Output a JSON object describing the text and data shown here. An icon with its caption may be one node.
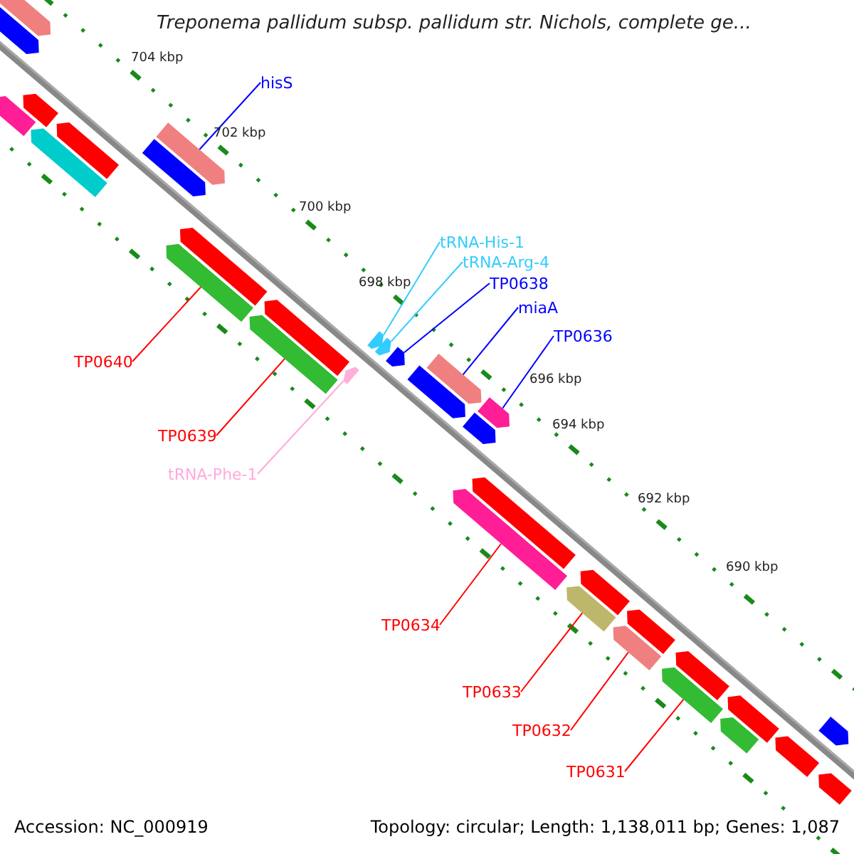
{
  "diagram": {
    "title": "Treponema pallidum subsp. pallidum str. Nichols, complete ge...",
    "nodes": [
      {
        "text": [
          "hisS"
        ]
      },
      {
        "text": [
          "tRNA-His-1"
        ]
      },
      {
        "text": [
          "tRNA-Arg-4"
        ]
      },
      {
        "text": [
          "TP0638"
        ]
      },
      {
        "text": [
          "miaA"
        ]
      },
      {
        "text": [
          "TP0636"
        ]
      },
      {
        "text": [
          "TP0640"
        ]
      },
      {
        "text": [
          "TP0639"
        ]
      },
      {
        "text": [
          "tRNA-Phe-1"
        ]
      },
      {
        "text": [
          "TP0634"
        ]
      },
      {
        "text": [
          "TP0633"
        ]
      },
      {
        "text": [
          "TP0632"
        ]
      },
      {
        "text": [
          "TP0631"
        ]
      },
      {
        "text": [],
        "shape": "bar"
      },
      {
        "text": [],
        "shape": "bar"
      },
      {
        "text": [],
        "shape": "bar"
      },
      {
        "text": [],
        "shape": "bar"
      },
      {
        "text": [],
        "shape": "bar"
      },
      {
        "text": [],
        "shape": "bar"
      },
      {
        "text": [],
        "shape": "bar"
      },
      {
        "text": [],
        "shape": "bar"
      },
      {
        "text": [],
        "shape": "bar"
      },
      {
        "text": [],
        "shape": "bar"
      },
      {
        "text": [],
        "shape": "bar"
      },
      {
        "text": [],
        "shape": "bar"
      },
      {
        "text": [],
        "shape": "bar"
      },
      {
        "text": [],
        "shape": "bar"
      },
      {
        "text": [],
        "shape": "bar"
      },
      {
        "text": [],
        "shape": "bar"
      },
      {
        "text": [],
        "shape": "bar"
      },
      {
        "text": [],
        "shape": "bar"
      },
      {
        "text": [],
        "shape": "bar"
      },
      {
        "text": [],
        "shape": "bar"
      },
      {
        "text": [],
        "shape": "bar"
      },
      {
        "text": [],
        "shape": "bar"
      },
      {
        "text": [],
        "shape": "bar"
      },
      {
        "text": [],
        "shape": "bar"
      },
      {
        "text": [],
        "shape": "bar"
      },
      {
        "text": [],
        "shape": "bar"
      },
      {
        "text": [],
        "shape": "bar"
      },
      {
        "text": [],
        "shape": "bar"
      },
      {
        "text": [],
        "shape": "bar"
      },
      {
        "text": [],
        "shape": "bar"
      },
      {
        "text": [],
        "shape": "bar"
      },
      {
        "text": [],
        "shape": "bar"
      },
      {
        "text": [],
        "shape": "bar"
      }
    ],
    "edges": [
      {
        "from": 0,
        "to": 20,
        "arrow": "none",
        "color": "#0000ff"
      },
      {
        "from": 1,
        "to": 25,
        "arrow": "none",
        "color": "#33ccff"
      },
      {
        "from": 2,
        "to": 27,
        "arrow": "none",
        "color": "#33ccff"
      },
      {
        "from": 3,
        "to": 28,
        "arrow": "none",
        "color": "#0000ff"
      },
      {
        "from": 4,
        "to": 30,
        "arrow": "none",
        "color": "#0000ff"
      },
      {
        "from": 5,
        "to": 32,
        "arrow": "none",
        "color": "#0000ff"
      },
      {
        "from": 6,
        "to": 22,
        "arrow": "none"
      },
      {
        "from": 7,
        "to": 23,
        "arrow": "none"
      },
      {
        "from": 8,
        "to": 26,
        "arrow": "none",
        "color": "#ffaadd"
      },
      {
        "from": 9,
        "to": 33,
        "arrow": "none"
      },
      {
        "from": 10,
        "to": 36,
        "arrow": "none"
      },
      {
        "from": 11,
        "to": 38,
        "arrow": "none"
      },
      {
        "from": 12,
        "to": 40,
        "arrow": "none"
      }
    ],
    "labels": [
      "704 kbp",
      "702 kbp",
      "700 kbp",
      "698 kbp",
      "696 kbp",
      "694 kbp",
      "692 kbp",
      "690 kbp",
      "Accession: NC_000919",
      "Topology: circular; Length: 1,138,011 bp; Genes: 1,087"
    ]
  }
}
